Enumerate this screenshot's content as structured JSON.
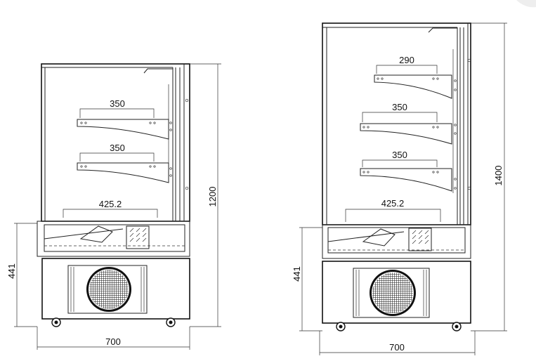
{
  "left_unit": {
    "shelf_widths": [
      "350",
      "350"
    ],
    "base_shelf_width": "425.2",
    "total_height": "1200",
    "base_height": "441",
    "width": "700"
  },
  "right_unit": {
    "shelf_widths": [
      "290",
      "350",
      "350"
    ],
    "base_shelf_width": "425.2",
    "total_height": "1400",
    "base_height": "441",
    "width": "700"
  }
}
